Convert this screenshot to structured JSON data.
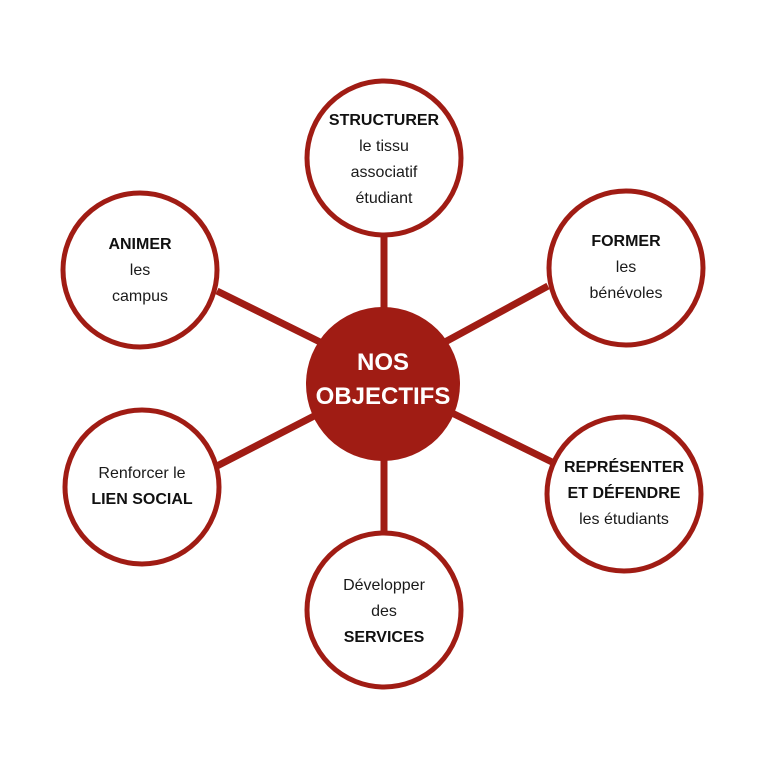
{
  "colors": {
    "accent": "#a01c14",
    "background": "#ffffff",
    "text": "#1a1a1a",
    "hub_text": "#ffffff"
  },
  "hub": {
    "line1": "NOS",
    "line2": "OBJECTIFS"
  },
  "nodes": {
    "structurer": {
      "bold": "STRUCTURER",
      "line2": "le tissu",
      "line3": "associatif",
      "line4": "étudiant"
    },
    "former": {
      "bold": "FORMER",
      "line2": "les",
      "line3": "bénévoles"
    },
    "representer": {
      "bold1": "REPRÉSENTER",
      "bold2": "ET DÉFENDRE",
      "line3": "les étudiants"
    },
    "developper": {
      "line1": "Développer",
      "line2": "des",
      "bold": "SERVICES"
    },
    "renforcer": {
      "line1": "Renforcer le",
      "bold": "LIEN SOCIAL"
    },
    "animer": {
      "bold": "ANIMER",
      "line2": "les",
      "line3": "campus"
    }
  }
}
